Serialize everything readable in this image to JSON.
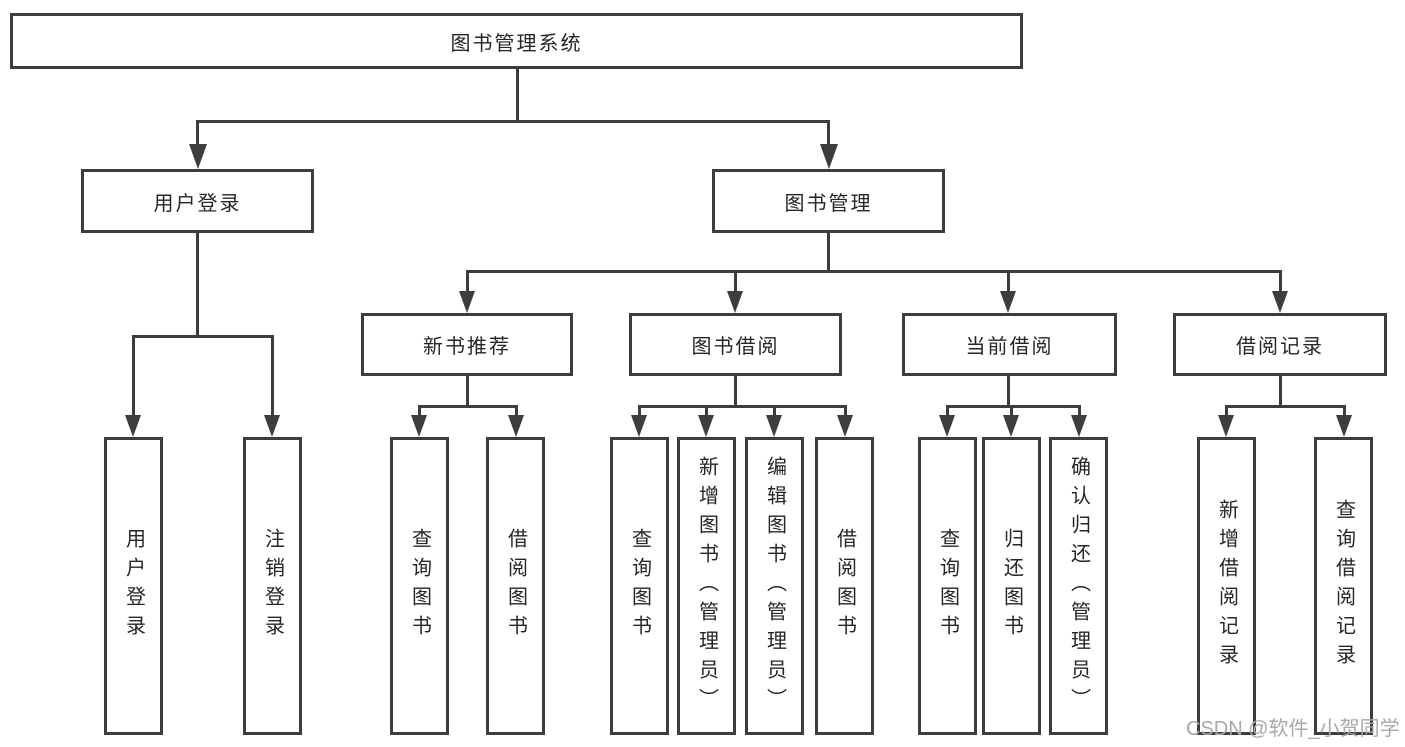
{
  "tree": {
    "root": {
      "label": "图书管理系统"
    },
    "user_login": {
      "label": "用户登录",
      "children": {
        "login": "用户登录",
        "logout": "注销登录"
      }
    },
    "book_mgmt": {
      "label": "图书管理",
      "recommend": {
        "label": "新书推荐",
        "children": {
          "query_books": "查询图书",
          "borrow_books": "借阅图书"
        }
      },
      "borrowing": {
        "label": "图书借阅",
        "children": {
          "query_books": "查询图书",
          "add_books": "新增图书（管理员）",
          "edit_books": "编辑图书（管理员）",
          "borrow_books": "借阅图书"
        }
      },
      "current": {
        "label": "当前借阅",
        "children": {
          "query_books": "查询图书",
          "return_books": "归还图书",
          "confirm_return": "确认归还（管理员）"
        }
      },
      "records": {
        "label": "借阅记录",
        "children": {
          "add_record": "新增借阅记录",
          "query_record": "查询借阅记录"
        }
      }
    },
    "colors": {
      "line": "#3d3d3d",
      "text": "#262626",
      "box_background": "#ffffff",
      "page_background": "#ffffff",
      "watermark": "#a9a9a9"
    }
  },
  "watermark": {
    "text": "CSDN @软件_小贺同学"
  }
}
